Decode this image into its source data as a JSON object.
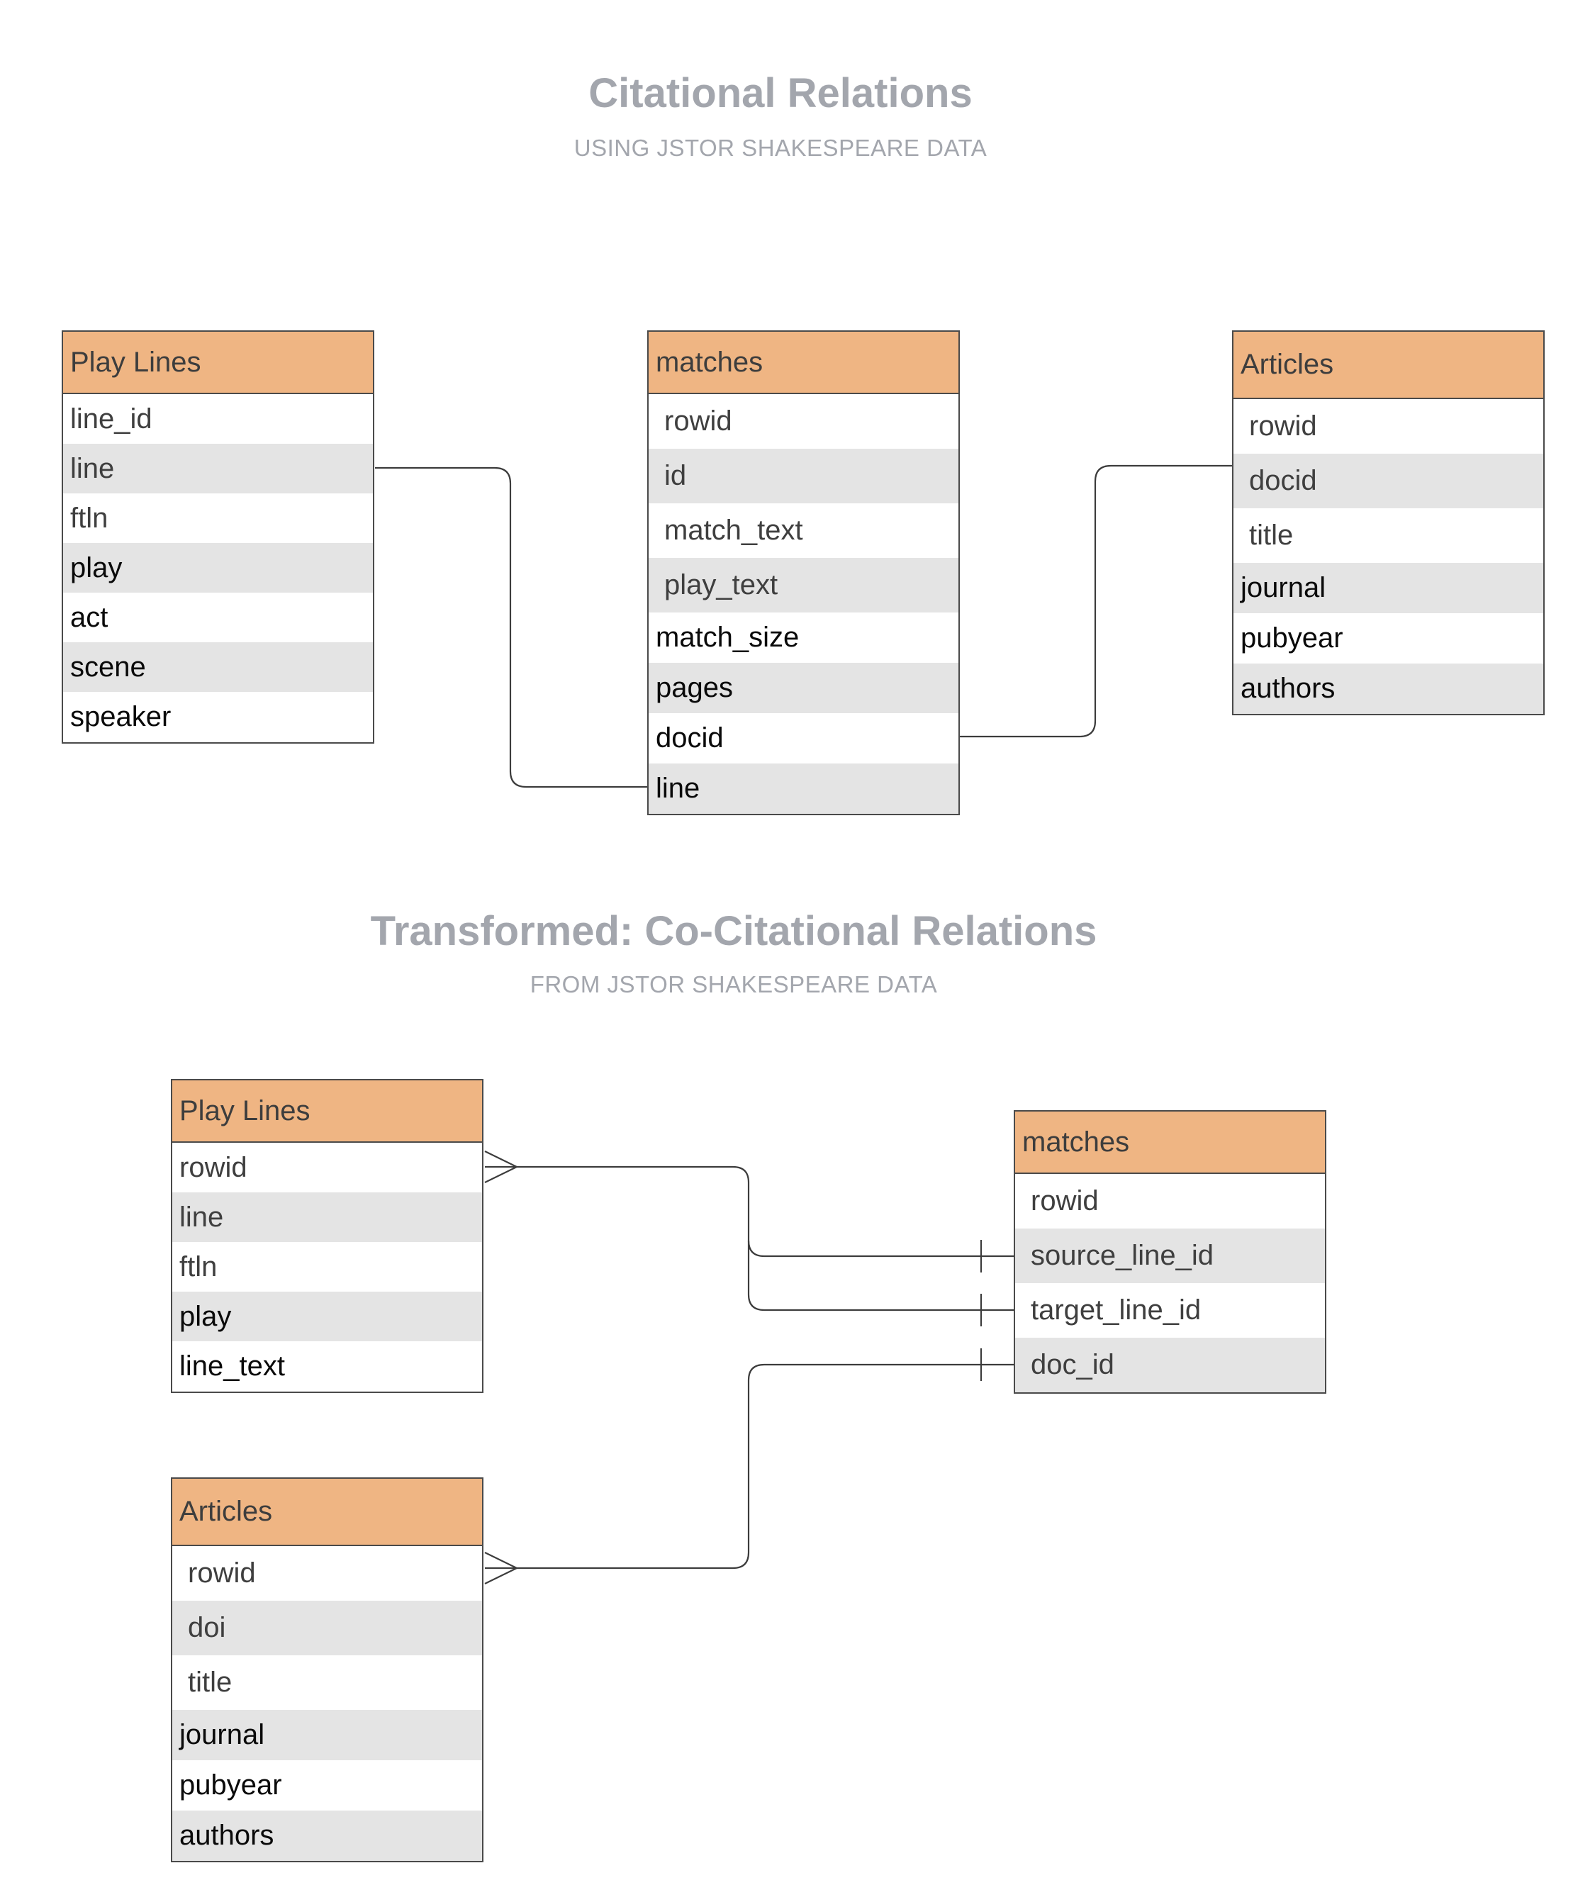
{
  "section1": {
    "title": "Citational Relations",
    "subtitle": "USING JSTOR SHAKESPEARE DATA",
    "tables": {
      "play_lines": {
        "name": "Play Lines",
        "fields": [
          "line_id",
          "line",
          "ftln",
          "play",
          "act",
          "scene",
          "speaker"
        ]
      },
      "matches": {
        "name": "matches",
        "fields": [
          "rowid",
          "id",
          "match_text",
          "play_text",
          "match_size",
          "pages",
          "docid",
          "line"
        ]
      },
      "articles": {
        "name": "Articles",
        "fields": [
          "rowid",
          "docid",
          "title",
          "journal",
          "pubyear",
          "authors"
        ]
      }
    }
  },
  "section2": {
    "title": "Transformed: Co-Citational Relations",
    "subtitle": "FROM JSTOR SHAKESPEARE DATA",
    "tables": {
      "play_lines": {
        "name": "Play Lines",
        "fields": [
          "rowid",
          "line",
          "ftln",
          "play",
          "line_text"
        ]
      },
      "matches": {
        "name": "matches",
        "fields": [
          "rowid",
          "source_line_id",
          "target_line_id",
          "doc_id"
        ]
      },
      "articles": {
        "name": "Articles",
        "fields": [
          "rowid",
          "doi",
          "title",
          "journal",
          "pubyear",
          "authors"
        ]
      }
    }
  },
  "colors": {
    "header_fill": "#efb583",
    "stripe_fill": "#e4e4e4",
    "heading_text": "#a3a6ad",
    "border": "#4a4a4a"
  }
}
